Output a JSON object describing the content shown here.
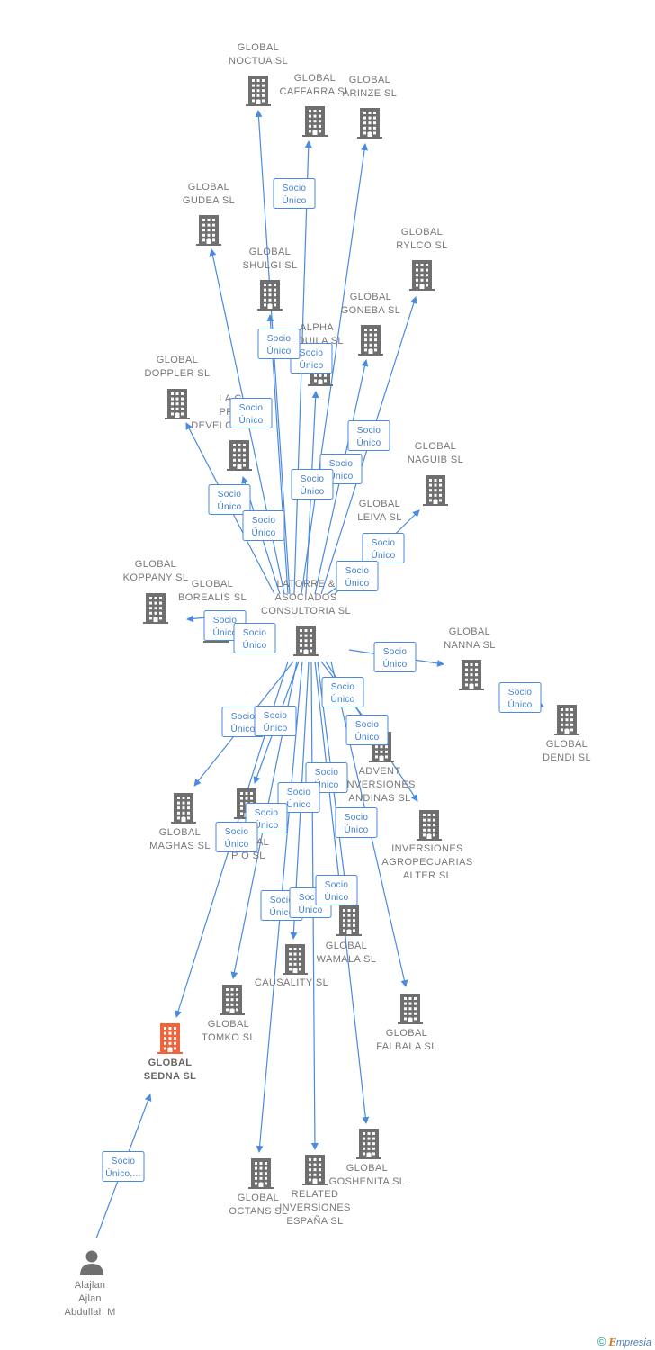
{
  "colors": {
    "edge": "#4a8ae0",
    "node": "#6f6f6f",
    "focus": "#f0643c",
    "label": "#777777"
  },
  "footer": {
    "copyright": "©",
    "brand_e": "E",
    "brand_rest": "mpresia"
  },
  "nodes": [
    {
      "id": "latorre",
      "type": "company",
      "lines": [
        "LATORRE &",
        "ASOCIADOS",
        "CONSULTORIA SL"
      ]
    },
    {
      "id": "noctua",
      "type": "company",
      "lines": [
        "GLOBAL",
        "NOCTUA  SL"
      ]
    },
    {
      "id": "caffarra",
      "type": "company",
      "lines": [
        "GLOBAL",
        "CAFFARRA  SL"
      ]
    },
    {
      "id": "arinze",
      "type": "company",
      "lines": [
        "GLOBAL",
        "ARINZE  SL"
      ]
    },
    {
      "id": "gudea",
      "type": "company",
      "lines": [
        "GLOBAL",
        "GUDEA  SL"
      ]
    },
    {
      "id": "rylco",
      "type": "company",
      "lines": [
        "GLOBAL",
        "RYLCO  SL"
      ]
    },
    {
      "id": "shulgi",
      "type": "company",
      "lines": [
        "GLOBAL",
        "SHULGI  SL"
      ]
    },
    {
      "id": "goneba",
      "type": "company",
      "lines": [
        "GLOBAL",
        "GONEBA  SL"
      ]
    },
    {
      "id": "alpha",
      "type": "company",
      "lines": [
        "ALPHA",
        "AQUILA  SL"
      ]
    },
    {
      "id": "doppler",
      "type": "company",
      "lines": [
        "GLOBAL",
        "DOPPLER  SL"
      ]
    },
    {
      "id": "laconcordia",
      "type": "company",
      "lines": [
        "LA C",
        "PRO",
        "DEVELOPMENT"
      ]
    },
    {
      "id": "naguib",
      "type": "company",
      "lines": [
        "GLOBAL",
        "NAGUIB  SL"
      ]
    },
    {
      "id": "leiva",
      "type": "company",
      "lines": [
        "GLOBAL",
        "LEIVA  SL"
      ]
    },
    {
      "id": "koppany",
      "type": "company",
      "lines": [
        "GLOBAL",
        "KOPPANY  SL"
      ]
    },
    {
      "id": "borealis",
      "type": "company",
      "lines": [
        "GLOBAL",
        "BOREALIS  SL"
      ]
    },
    {
      "id": "nanna",
      "type": "company",
      "lines": [
        "GLOBAL",
        "NANNA  SL"
      ]
    },
    {
      "id": "dendi",
      "type": "company",
      "lines": [
        "GLOBAL",
        "DENDI  SL"
      ]
    },
    {
      "id": "advent",
      "type": "company",
      "lines": [
        "ADVENT",
        "INVERSIONES",
        "ANDINAS  SL"
      ]
    },
    {
      "id": "maghas",
      "type": "company",
      "lines": [
        "GLOBAL",
        "MAGHAS  SL"
      ]
    },
    {
      "id": "pollo",
      "type": "company",
      "lines": [
        "GLOBAL",
        "P        O  SL"
      ]
    },
    {
      "id": "agropecuarias",
      "type": "company",
      "lines": [
        "INVERSIONES",
        "AGROPECUARIAS",
        "ALTER  SL"
      ]
    },
    {
      "id": "wamala",
      "type": "company",
      "lines": [
        "GLOBAL",
        "WAMALA  SL"
      ]
    },
    {
      "id": "causality",
      "type": "company",
      "lines": [
        "CAUSALITY  SL"
      ]
    },
    {
      "id": "tomko",
      "type": "company",
      "lines": [
        "GLOBAL",
        "TOMKO  SL"
      ]
    },
    {
      "id": "falbala",
      "type": "company",
      "lines": [
        "GLOBAL",
        "FALBALA  SL"
      ]
    },
    {
      "id": "sedna",
      "type": "focus",
      "lines": [
        "GLOBAL",
        "SEDNA  SL"
      ]
    },
    {
      "id": "octans",
      "type": "company",
      "lines": [
        "GLOBAL",
        "OCTANS  SL"
      ]
    },
    {
      "id": "related",
      "type": "company",
      "lines": [
        "RELATED",
        "INVERSIONES",
        "ESPAÑA  SL"
      ]
    },
    {
      "id": "goshenita",
      "type": "company",
      "lines": [
        "GLOBAL",
        "GOSHENITA SL"
      ]
    },
    {
      "id": "alajlan",
      "type": "person",
      "lines": [
        "Alajlan",
        "Ajlan",
        "Abdullah M"
      ]
    }
  ],
  "edges": [
    {
      "from": "latorre",
      "to": "noctua",
      "label": [
        "Socio",
        "Único"
      ]
    },
    {
      "from": "latorre",
      "to": "caffarra",
      "label": [
        "Socio",
        "Único"
      ]
    },
    {
      "from": "latorre",
      "to": "arinze",
      "label": [
        "Socio",
        "Único"
      ]
    },
    {
      "from": "latorre",
      "to": "gudea",
      "label": [
        "Socio",
        "Único"
      ]
    },
    {
      "from": "latorre",
      "to": "rylco",
      "label": [
        "Socio",
        "Único"
      ]
    },
    {
      "from": "latorre",
      "to": "shulgi",
      "label": [
        "Socio",
        "Único"
      ]
    },
    {
      "from": "latorre",
      "to": "goneba",
      "label": [
        "Socio",
        "Único"
      ]
    },
    {
      "from": "latorre",
      "to": "alpha",
      "label": [
        "Socio",
        "Único"
      ]
    },
    {
      "from": "latorre",
      "to": "doppler",
      "label": [
        "Socio",
        "Único"
      ]
    },
    {
      "from": "latorre",
      "to": "laconcordia",
      "label": [
        "Socio",
        "Único"
      ]
    },
    {
      "from": "latorre",
      "to": "naguib",
      "label": [
        "Socio",
        "Único"
      ]
    },
    {
      "from": "latorre",
      "to": "leiva",
      "label": [
        "Socio",
        "Único"
      ]
    },
    {
      "from": "latorre",
      "to": "koppany",
      "label": [
        "Socio",
        "Único"
      ]
    },
    {
      "from": "latorre",
      "to": "borealis",
      "label": [
        "Socio",
        "Único"
      ]
    },
    {
      "from": "latorre",
      "to": "nanna",
      "label": [
        "Socio",
        "Único"
      ]
    },
    {
      "from": "nanna",
      "to": "dendi",
      "label": [
        "Socio",
        "Único"
      ]
    },
    {
      "from": "latorre",
      "to": "advent",
      "label": [
        "Socio",
        "Único"
      ]
    },
    {
      "from": "latorre",
      "to": "maghas",
      "label": [
        "Socio",
        "Único"
      ]
    },
    {
      "from": "latorre",
      "to": "pollo",
      "label": [
        "Socio",
        "Único"
      ]
    },
    {
      "from": "latorre",
      "to": "agropecuarias",
      "label": [
        "Socio",
        "Único"
      ]
    },
    {
      "from": "latorre",
      "to": "wamala",
      "label": [
        "Socio",
        "Único"
      ]
    },
    {
      "from": "latorre",
      "to": "causality",
      "label": [
        "Socio",
        "Único"
      ]
    },
    {
      "from": "latorre",
      "to": "tomko",
      "label": [
        "Socio",
        "Único"
      ]
    },
    {
      "from": "latorre",
      "to": "falbala",
      "label": [
        "Socio",
        "Único"
      ]
    },
    {
      "from": "latorre",
      "to": "sedna",
      "label": [
        "Socio",
        "Único"
      ]
    },
    {
      "from": "latorre",
      "to": "octans",
      "label": [
        "Socio",
        "Único"
      ]
    },
    {
      "from": "latorre",
      "to": "related",
      "label": [
        "Socio",
        "Único"
      ]
    },
    {
      "from": "latorre",
      "to": "goshenita",
      "label": [
        "Socio",
        "Único"
      ]
    },
    {
      "from": "alajlan",
      "to": "sedna",
      "label": [
        "Socio",
        "Único,..."
      ]
    }
  ]
}
